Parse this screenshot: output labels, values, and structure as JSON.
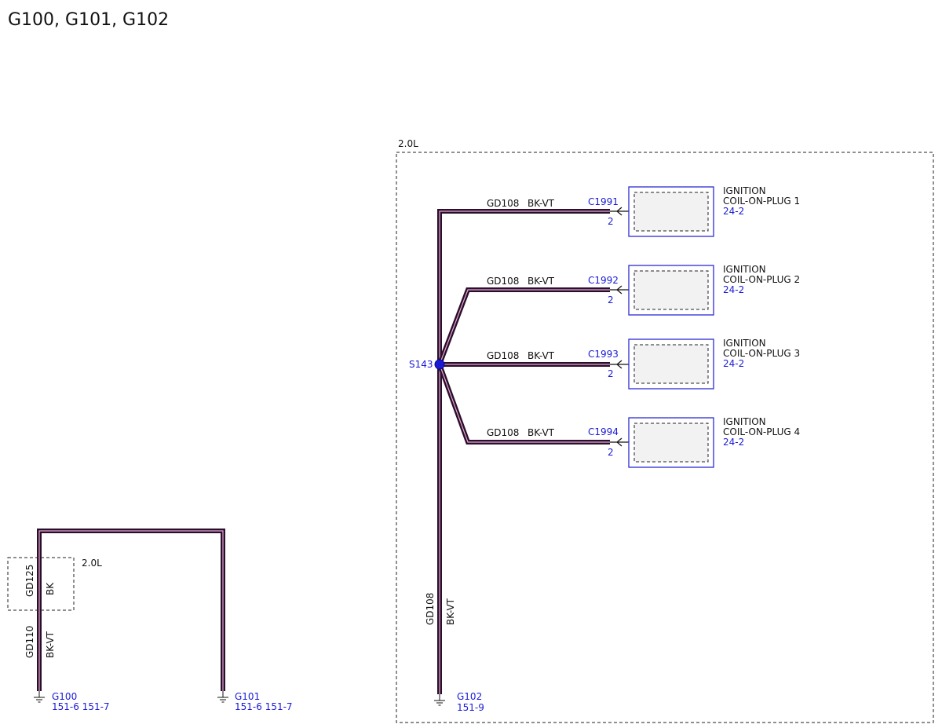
{
  "title": "G100, G101, G102",
  "colors": {
    "wire_outer": "#2a0f2a",
    "wire_inner": "#e8a8d8",
    "reference_blue": "#1a1ad6",
    "component_border": "#2b2bd6",
    "splice_fill": "#1a1ad6"
  },
  "engine_box_label": "2.0L",
  "left_box_label": "2.0L",
  "grounds": [
    {
      "id": "G100",
      "refs": "151-6 151-7"
    },
    {
      "id": "G101",
      "refs": "151-6 151-7"
    },
    {
      "id": "G102",
      "refs": "151-9"
    }
  ],
  "left_circuits": [
    {
      "circuit": "GD125",
      "color": "BK"
    },
    {
      "circuit": "GD110",
      "color": "BK-VT"
    }
  ],
  "splice": {
    "id": "S143"
  },
  "main_vertical": {
    "circuit": "GD108",
    "color": "BK-VT"
  },
  "branches": [
    {
      "circuit": "GD108",
      "color": "BK-VT",
      "connector": "C1991",
      "pin": "2",
      "component_line1": "IGNITION",
      "component_line2": "COIL-ON-PLUG 1",
      "component_ref": "24-2"
    },
    {
      "circuit": "GD108",
      "color": "BK-VT",
      "connector": "C1992",
      "pin": "2",
      "component_line1": "IGNITION",
      "component_line2": "COIL-ON-PLUG 2",
      "component_ref": "24-2"
    },
    {
      "circuit": "GD108",
      "color": "BK-VT",
      "connector": "C1993",
      "pin": "2",
      "component_line1": "IGNITION",
      "component_line2": "COIL-ON-PLUG 3",
      "component_ref": "24-2"
    },
    {
      "circuit": "GD108",
      "color": "BK-VT",
      "connector": "C1994",
      "pin": "2",
      "component_line1": "IGNITION",
      "component_line2": "COIL-ON-PLUG 4",
      "component_ref": "24-2"
    }
  ]
}
